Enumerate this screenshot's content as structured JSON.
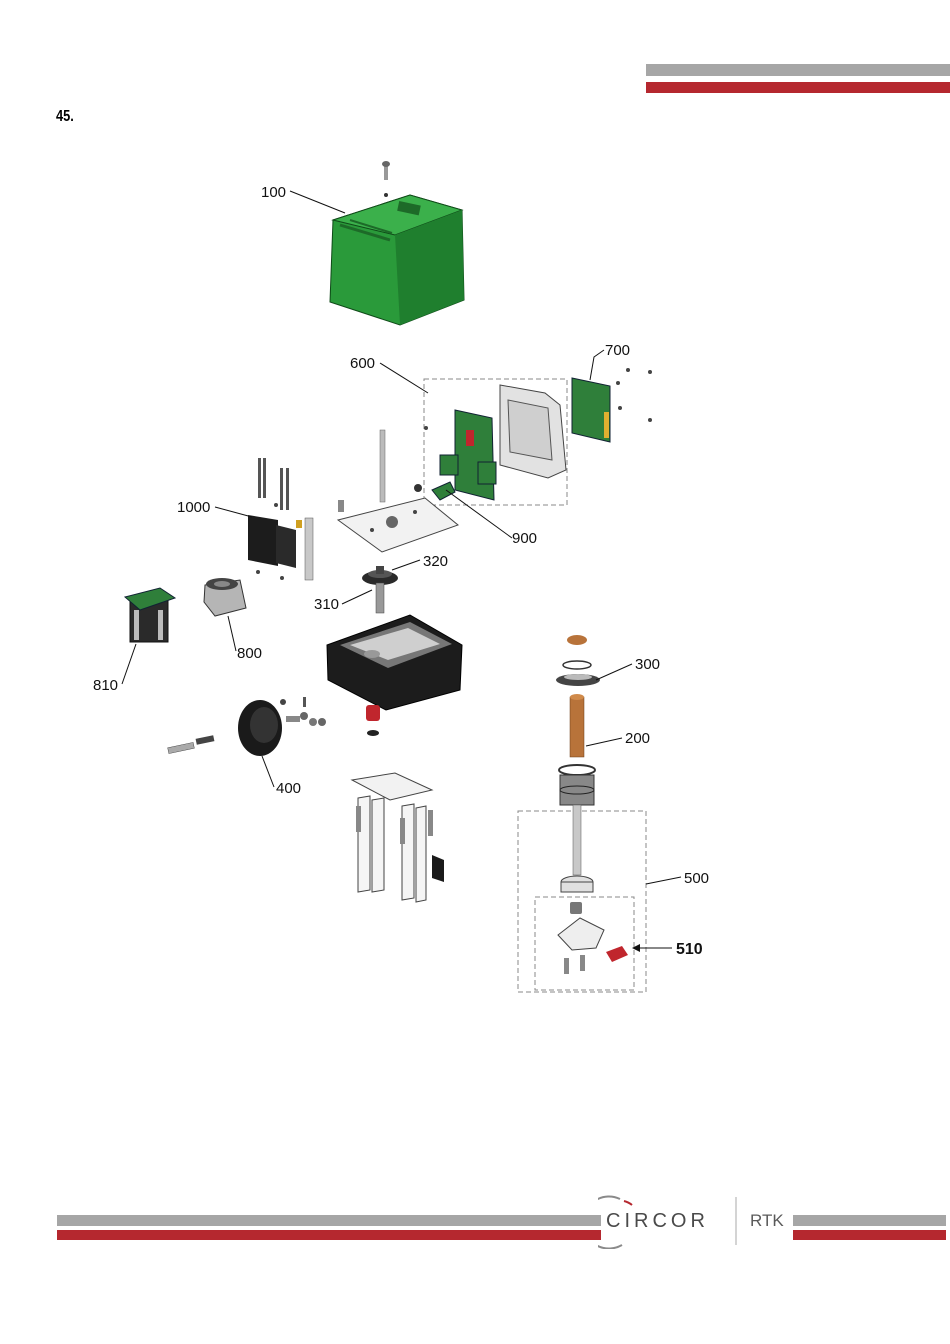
{
  "page": {
    "section_number": "45."
  },
  "brand": {
    "name": "CIRCOR",
    "sub": "RTK",
    "gray": "#a6a6a6",
    "red": "#b5282f"
  },
  "callouts": [
    {
      "id": "c100",
      "label": "100"
    },
    {
      "id": "c600",
      "label": "600"
    },
    {
      "id": "c700",
      "label": "700"
    },
    {
      "id": "c1000",
      "label": "1000"
    },
    {
      "id": "c900",
      "label": "900"
    },
    {
      "id": "c320",
      "label": "320"
    },
    {
      "id": "c310",
      "label": "310"
    },
    {
      "id": "c800",
      "label": "800"
    },
    {
      "id": "c810",
      "label": "810"
    },
    {
      "id": "c300",
      "label": "300"
    },
    {
      "id": "c200",
      "label": "200"
    },
    {
      "id": "c400",
      "label": "400"
    },
    {
      "id": "c500",
      "label": "500"
    },
    {
      "id": "c510",
      "label": "510"
    }
  ],
  "colors": {
    "cover_green": "#2a9a3a",
    "board_green": "#2f7f3a",
    "housing_black": "#1c1c1c",
    "stem_copper": "#b8733a",
    "part_gray": "#d9d9d9",
    "part_red": "#c0262d"
  }
}
